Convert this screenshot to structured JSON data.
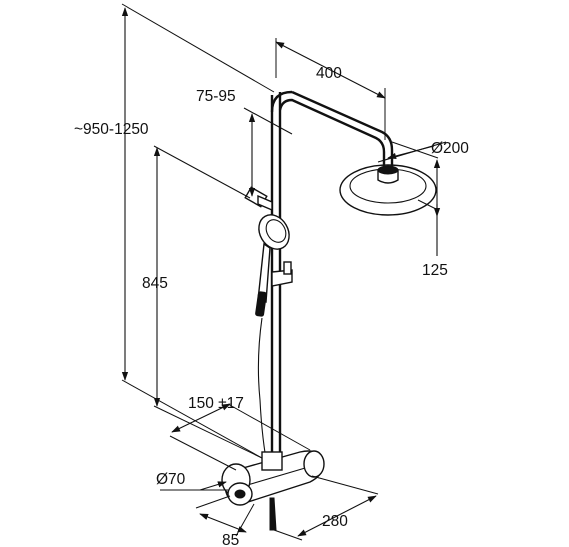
{
  "dimensions": {
    "arm_length": "400",
    "arm_height": "75-95",
    "overall_height": "~950-1250",
    "head_diameter": "Ø200",
    "head_drop": "125",
    "rail_height": "845",
    "valve_spacing": "150 ±17",
    "control_diameter": "Ø70",
    "control_depth": "85",
    "mixer_width": "280"
  },
  "colors": {
    "line": "#111111",
    "background": "#ffffff"
  }
}
